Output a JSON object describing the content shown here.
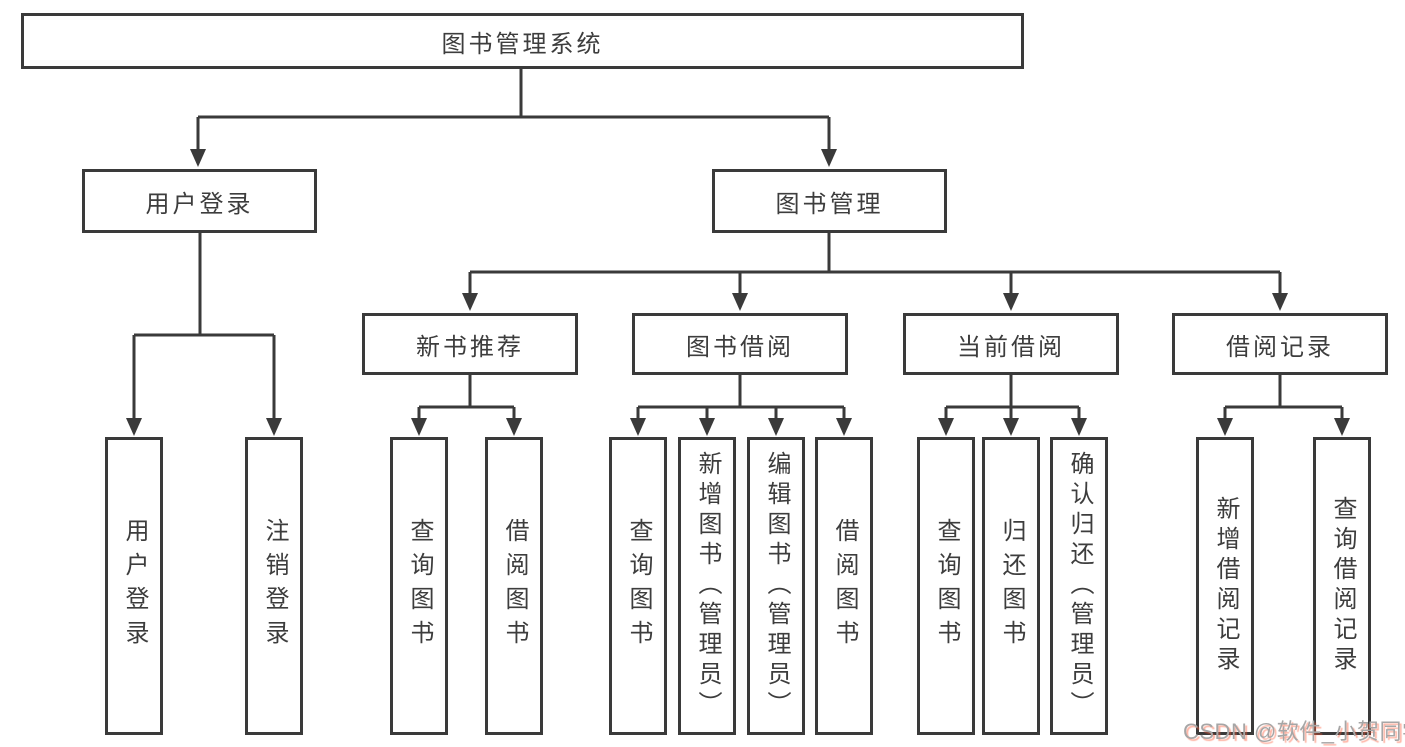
{
  "diagram": {
    "root": {
      "label": "图书管理系统"
    },
    "level1": {
      "user_login": {
        "label": "用户登录"
      },
      "book_management": {
        "label": "图书管理"
      }
    },
    "level2": {
      "new_book_recommend": {
        "label": "新书推荐"
      },
      "book_borrowing": {
        "label": "图书借阅"
      },
      "current_borrowing": {
        "label": "当前借阅"
      },
      "borrowing_records": {
        "label": "借阅记录"
      }
    },
    "leaves": {
      "user_login": [
        "用户登录",
        "注销登录"
      ],
      "new_book_recommend": [
        "查询图书",
        "借阅图书"
      ],
      "book_borrowing": [
        "查询图书",
        "新增图书（管理员）",
        "编辑图书（管理员）",
        "借阅图书"
      ],
      "current_borrowing": [
        "查询图书",
        "归还图书",
        "确认归还（管理员）"
      ],
      "borrowing_records": [
        "新增借阅记录",
        "查询借阅记录"
      ]
    }
  },
  "watermark": {
    "text": "CSDN @软件_小贺同学"
  },
  "colors": {
    "line": "#3a3a3a",
    "text": "#3d3d3d",
    "background": "#ffffff",
    "watermark_gray": "#a6a6a6",
    "watermark_shadow_red": "#fc5531"
  }
}
